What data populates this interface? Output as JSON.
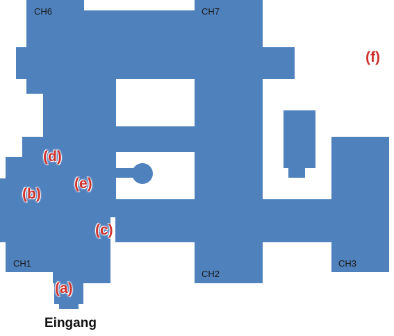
{
  "colors": {
    "floor": "#4F81BD",
    "marker": "#D0312D",
    "text": "#1a1a1a",
    "background": "#ffffff"
  },
  "rooms": {
    "ch1": "CH1",
    "ch2": "CH2",
    "ch3": "CH3",
    "ch6": "CH6",
    "ch7": "CH7"
  },
  "markers": {
    "a": "(a)",
    "b": "(b)",
    "c": "(c)",
    "d": "(d)",
    "e": "(e)",
    "f": "(f)"
  },
  "entrance": "Eingang"
}
